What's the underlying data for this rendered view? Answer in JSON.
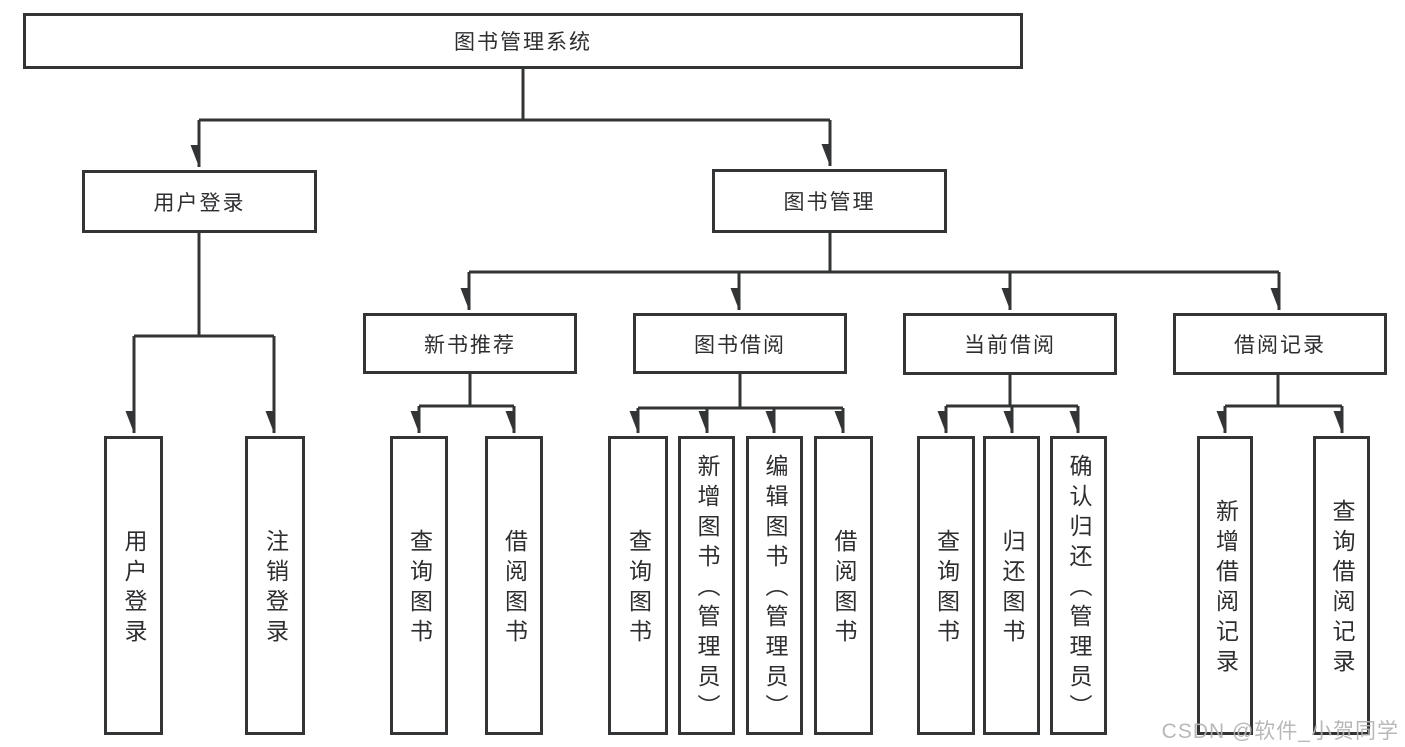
{
  "diagram_title": "图书管理系统",
  "tree": {
    "label": "图书管理系统",
    "children": [
      {
        "label": "用户登录",
        "children": [
          {
            "label": "用户登录"
          },
          {
            "label": "注销登录"
          }
        ]
      },
      {
        "label": "图书管理",
        "children": [
          {
            "label": "新书推荐",
            "children": [
              {
                "label": "查询图书"
              },
              {
                "label": "借阅图书"
              }
            ]
          },
          {
            "label": "图书借阅",
            "children": [
              {
                "label": "查询图书"
              },
              {
                "label": "新增图书（管理员）"
              },
              {
                "label": "编辑图书（管理员）"
              },
              {
                "label": "借阅图书"
              }
            ]
          },
          {
            "label": "当前借阅",
            "children": [
              {
                "label": "查询图书"
              },
              {
                "label": "归还图书"
              },
              {
                "label": "确认归还（管理员）"
              }
            ]
          },
          {
            "label": "借阅记录",
            "children": [
              {
                "label": "新增借阅记录"
              },
              {
                "label": "查询借阅记录"
              }
            ]
          }
        ]
      }
    ]
  },
  "watermark": {
    "text": "CSDN @软件_小贺同学"
  },
  "colors": {
    "line": "#333436",
    "text": "#2d2e30",
    "background": "#ffffff",
    "watermark": "#b2b2b2"
  }
}
